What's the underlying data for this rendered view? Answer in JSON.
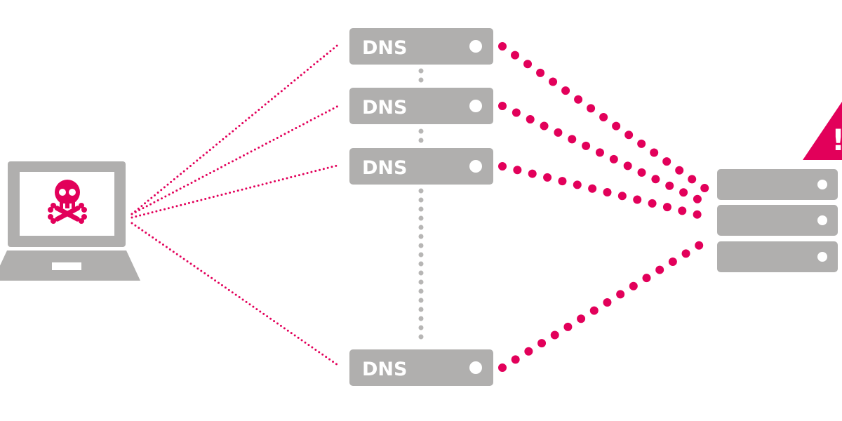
{
  "diagram": {
    "dns_servers": [
      {
        "label": "DNS"
      },
      {
        "label": "DNS"
      },
      {
        "label": "DNS"
      },
      {
        "label": "DNS"
      }
    ],
    "attacker": {
      "device": "laptop-icon",
      "symbol": "skull-crossbones-icon"
    },
    "target": {
      "device": "server-stack-icon",
      "server_units": 3,
      "alert_symbol": "!",
      "alert_icon": "warning-triangle-icon"
    },
    "colors": {
      "accent": "#e2005a",
      "device_gray": "#b0afae",
      "connector_gray": "#b7b6b5",
      "light": "#ffffff"
    }
  }
}
